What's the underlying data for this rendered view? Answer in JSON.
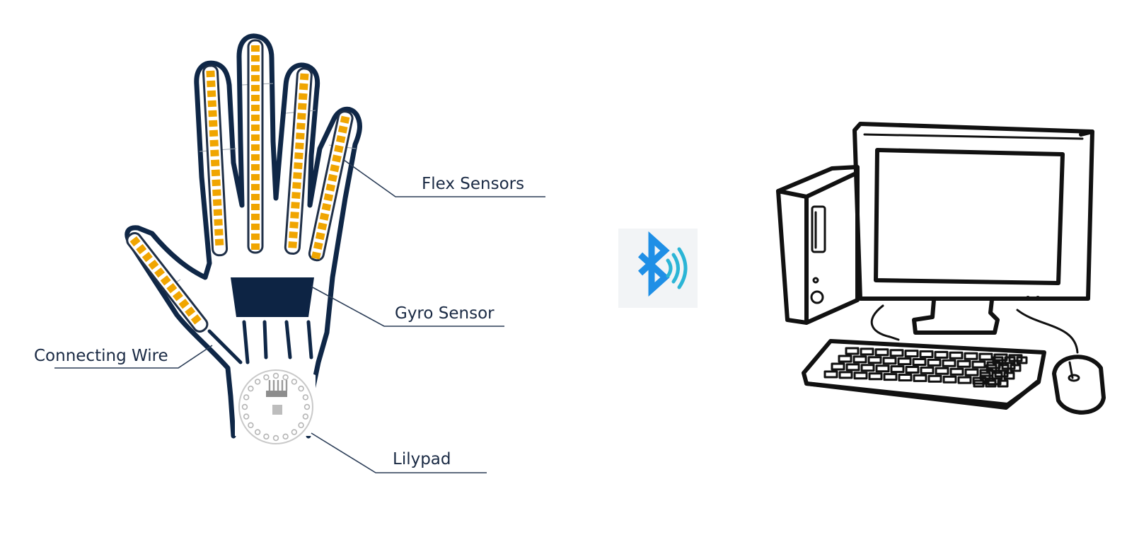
{
  "labels": {
    "flex_sensors": "Flex Sensors",
    "gyro_sensor": "Gyro Sensor",
    "connecting_wire": "Connecting Wire",
    "lilypad": "Lilypad"
  },
  "colors": {
    "sensor_fill": "#f0a500",
    "hand_outline": "#0f2747",
    "gyro_block": "#0d2444",
    "bluetooth_blue": "#1f8fe6",
    "wave_teal": "#2bb5d6",
    "computer_ink": "#111111"
  },
  "icons": {
    "wireless": "bluetooth-icon",
    "target": "desktop-computer-icon"
  }
}
